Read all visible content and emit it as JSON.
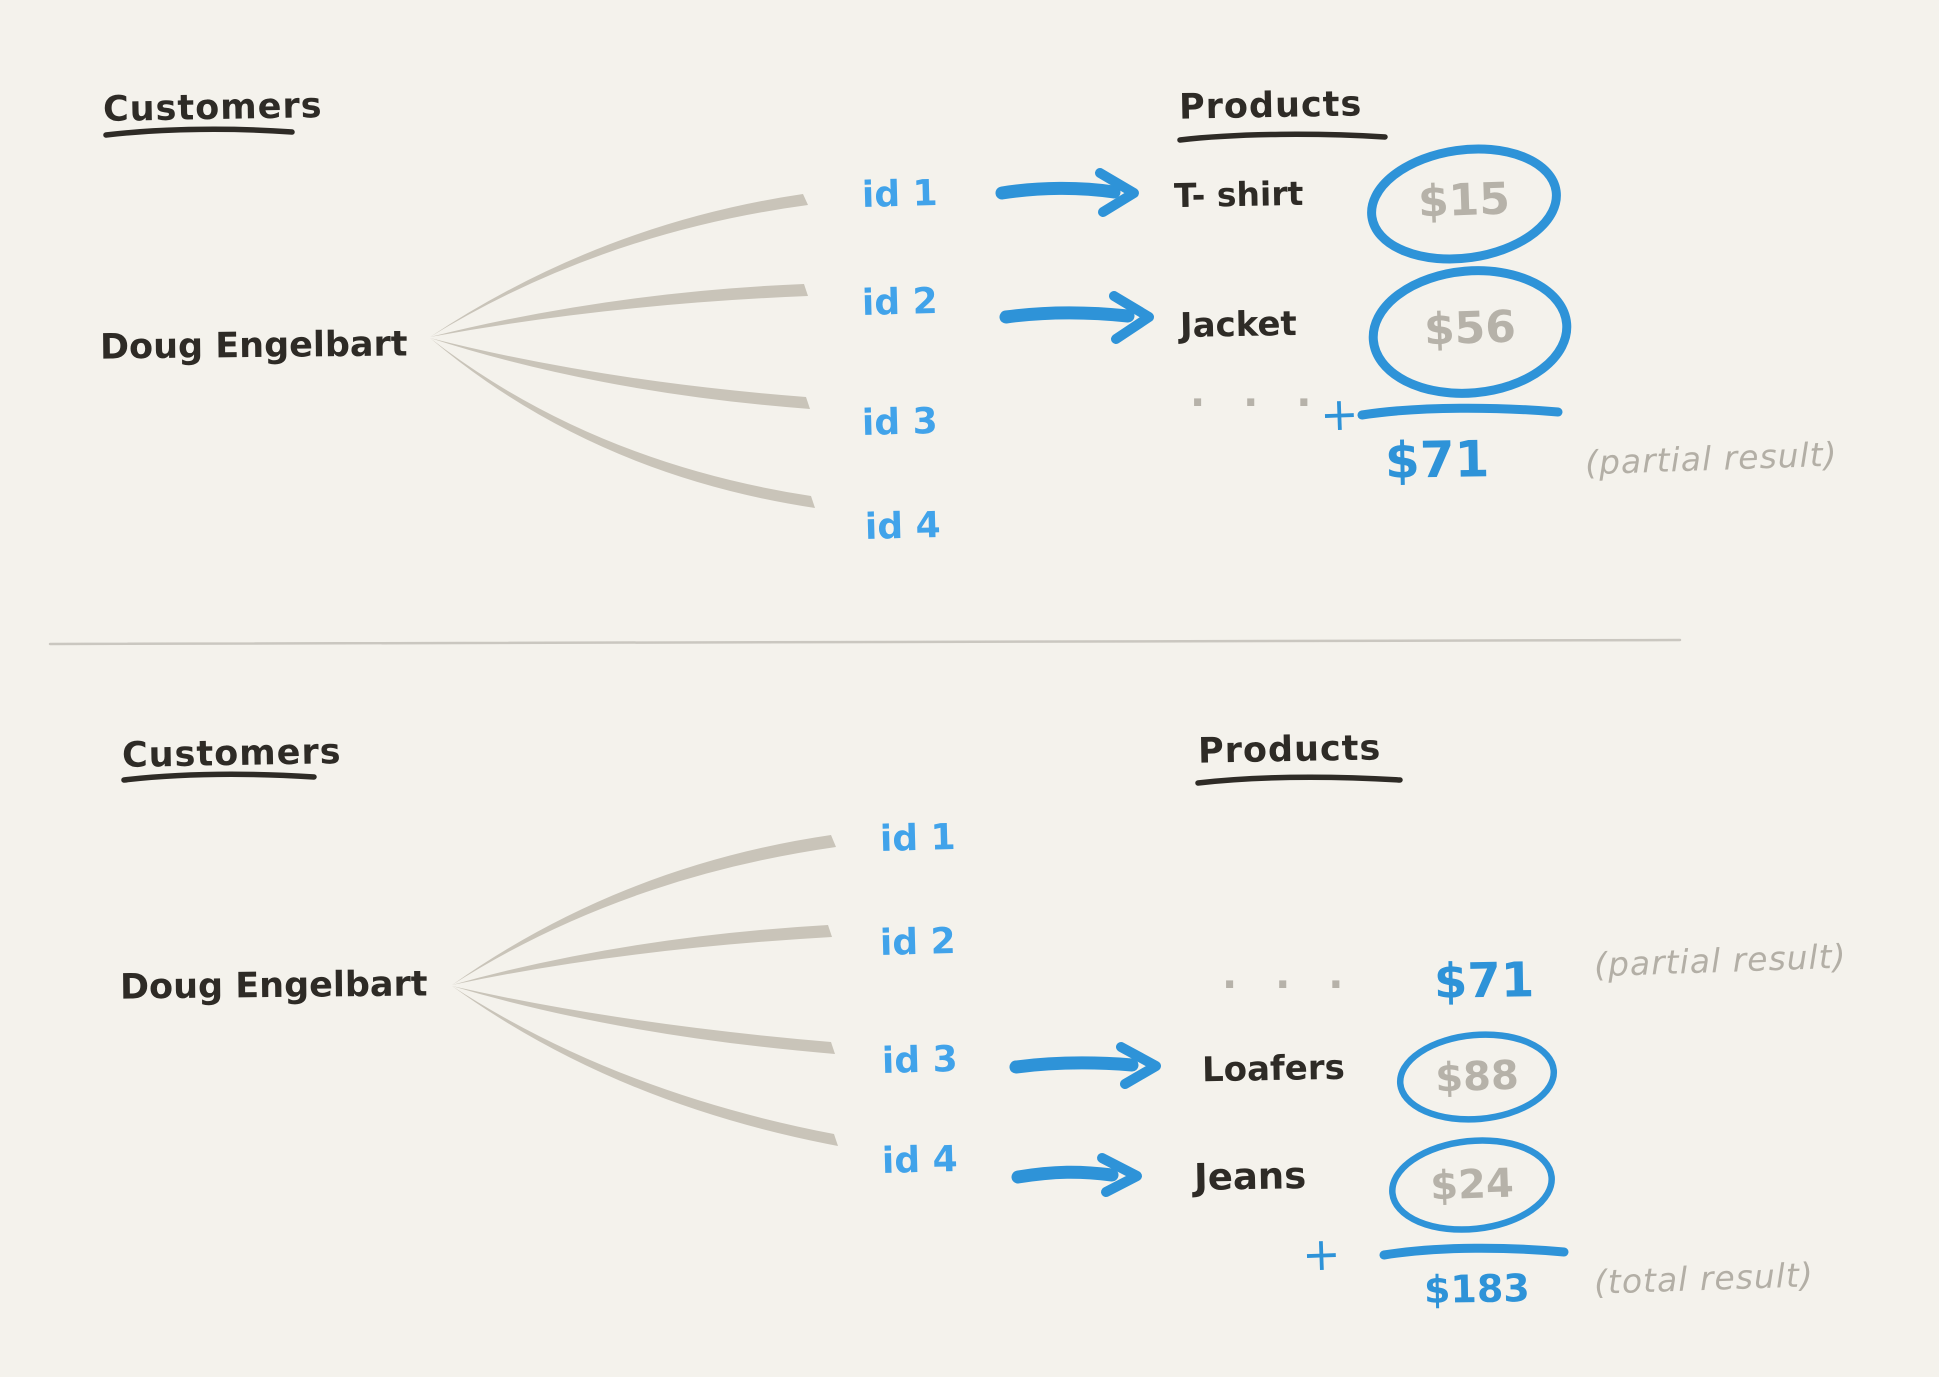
{
  "colors": {
    "background": "#f4f2ec",
    "ink": "#2e2b26",
    "blue": "#2e93d8",
    "blue_bright": "#41a3ea",
    "gray_stroke": "#c9c4b9",
    "gray_text": "#b6b2a9",
    "gray_note": "#b3afa6",
    "divider": "#cac7c0"
  },
  "top_panel": {
    "customers_title": "Customers",
    "products_title": "Products",
    "customer_name": "Doug Engelbart",
    "ids": [
      "id 1",
      "id 2",
      "id 3",
      "id 4"
    ],
    "matches": [
      {
        "id": "id 1",
        "product": "T- shirt",
        "price": "$15"
      },
      {
        "id": "id 2",
        "product": "Jacket",
        "price": "$56"
      }
    ],
    "ellipsis": "· · ·",
    "plus": "+",
    "sum": "$71",
    "sum_note": "(partial result)"
  },
  "bottom_panel": {
    "customers_title": "Customers",
    "products_title": "Products",
    "customer_name": "Doug Engelbart",
    "ids": [
      "id 1",
      "id 2",
      "id 3",
      "id 4"
    ],
    "ellipsis": "· · ·",
    "carried_sum": "$71",
    "carried_note": "(partial result)",
    "matches": [
      {
        "id": "id 3",
        "product": "Loafers",
        "price": "$88"
      },
      {
        "id": "id 4",
        "product": "Jeans",
        "price": "$24"
      }
    ],
    "plus": "+",
    "total": "$183",
    "total_note": "(total result)"
  }
}
